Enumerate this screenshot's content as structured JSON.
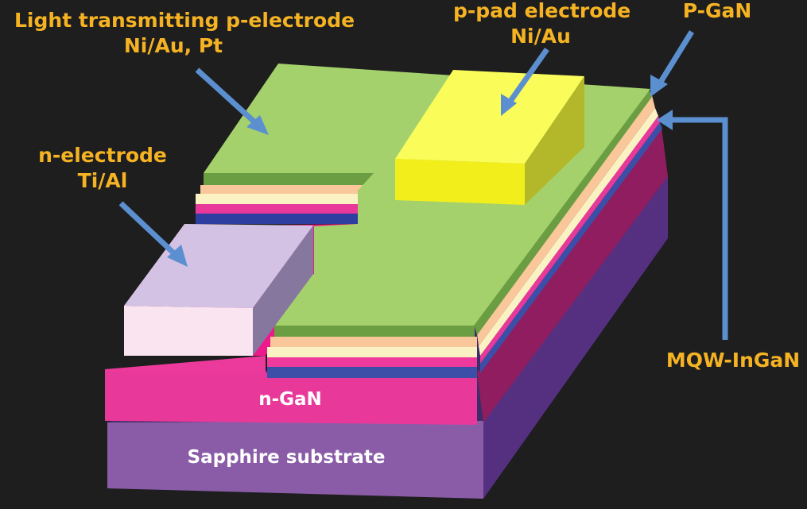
{
  "labels": {
    "p_electrode": {
      "line1": "Light transmitting p-electrode",
      "line2": "Ni/Au, Pt"
    },
    "p_pad": {
      "line1": "p-pad electrode",
      "line2": "Ni/Au"
    },
    "p_gan": "P-GaN",
    "n_electrode": {
      "line1": "n-electrode",
      "line2": "Ti/Al"
    },
    "mqw": "MQW-InGaN",
    "n_gan": "n-GaN",
    "substrate": "Sapphire substrate"
  },
  "colors": {
    "background": "#1e1e1e",
    "label_text": "#f5b323",
    "arrow": "#5b8fd0",
    "substrate": "#8a5ca8",
    "n_gan": "#e8399a",
    "mqw": "#3b4fa8",
    "p_gan": "#f9f3c0",
    "transparent_electrode": "#a4d16b",
    "p_pad": "#f2ee1c",
    "n_electrode": "#d8c6e0"
  }
}
